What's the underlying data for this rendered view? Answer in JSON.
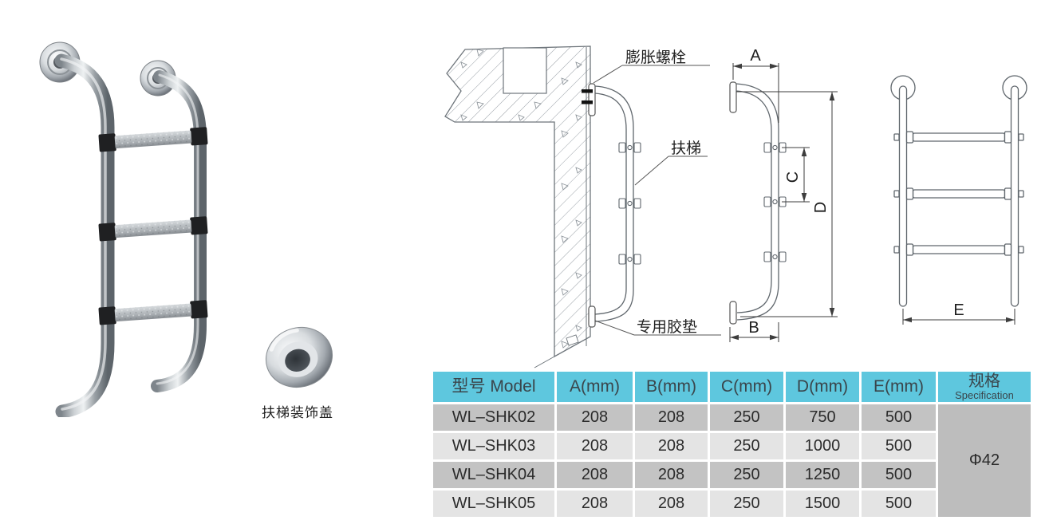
{
  "colors": {
    "table_header_bg": "#5ec7de",
    "table_header_text": "#3a454b",
    "table_row_dark": "#c3c3c3",
    "table_row_light": "#e4e4e4",
    "table_spec_bg": "#bdbdbd",
    "table_body_text": "#2b2b2b"
  },
  "photo": {
    "caption": "扶梯装饰盖"
  },
  "wall_diagram": {
    "label_expansion_bolt": "膨胀螺栓",
    "label_ladder": "扶梯",
    "label_rubber_pad": "专用胶垫"
  },
  "side_view": {
    "dim_a": "A",
    "dim_b": "B",
    "dim_c": "C",
    "dim_d": "D"
  },
  "front_view": {
    "dim_e": "E"
  },
  "spec_table": {
    "headers": {
      "model": "型号 Model",
      "a": "A(mm)",
      "b": "B(mm)",
      "c": "C(mm)",
      "d": "D(mm)",
      "e": "E(mm)",
      "spec_zh": "规格",
      "spec_en": "Specification"
    },
    "rows": [
      {
        "model": "WL–SHK02",
        "a": "208",
        "b": "208",
        "c": "250",
        "d": "750",
        "e": "500"
      },
      {
        "model": "WL–SHK03",
        "a": "208",
        "b": "208",
        "c": "250",
        "d": "1000",
        "e": "500"
      },
      {
        "model": "WL–SHK04",
        "a": "208",
        "b": "208",
        "c": "250",
        "d": "1250",
        "e": "500"
      },
      {
        "model": "WL–SHK05",
        "a": "208",
        "b": "208",
        "c": "250",
        "d": "1500",
        "e": "500"
      }
    ],
    "spec_value": "Φ42"
  }
}
